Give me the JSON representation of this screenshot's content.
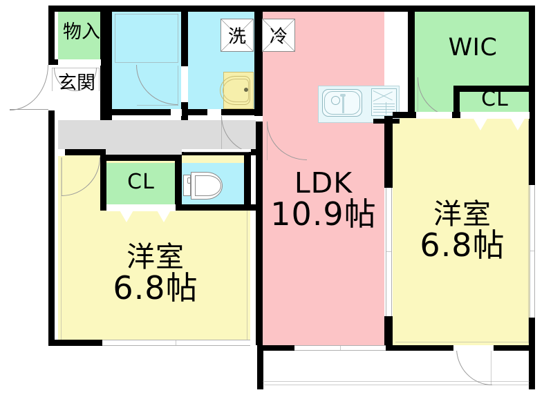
{
  "plan": {
    "type": "japanese-apartment-floor-plan",
    "units": "帖 (jo / tatami mats)",
    "colors": {
      "ldk": "#fcc4c6",
      "bedroom": "#fbf8bf",
      "closet": "#b1efb4",
      "wet_area": "#b4f0fb",
      "hallway": "#dcdcdc",
      "wall": "#000000",
      "bath_fixture": "#f6efab"
    }
  },
  "rooms": {
    "ldk": {
      "name": "LDK",
      "size": "10.9帖",
      "fill": "#fcc4c6"
    },
    "bedroom_left": {
      "name": "洋室",
      "size": "6.8帖",
      "fill": "#fbf8bf"
    },
    "bedroom_right": {
      "name": "洋室",
      "size": "6.8帖",
      "fill": "#fbf8bf"
    },
    "wic": {
      "name": "WIC",
      "fill": "#b1efb4"
    },
    "closet_right": {
      "name": "CL",
      "fill": "#b1efb4"
    },
    "closet_left": {
      "name": "CL",
      "fill": "#b1efb4"
    },
    "storage": {
      "name": "物入",
      "fill": "#b1efb4"
    },
    "entrance": {
      "name": "玄関",
      "fill": "#ffffff"
    },
    "hallway": {
      "name": "",
      "fill": "#dcdcdc"
    },
    "washroom": {
      "name": "",
      "fill": "#b4f0fb"
    },
    "bathroom": {
      "name": "",
      "fill": "#b4f0fb"
    },
    "toilet": {
      "name": "",
      "fill": "#b4f0fb"
    },
    "balcony": {
      "name": "",
      "fill": "#ffffff"
    }
  },
  "markers": {
    "washer": "洗",
    "fridge": "冷"
  },
  "fixtures": {
    "kitchen_sink": "sink-fixture",
    "kitchen_stove": "stove-fixture",
    "bathtub": "bathtub-fixture",
    "toilet": "toilet-fixture"
  }
}
